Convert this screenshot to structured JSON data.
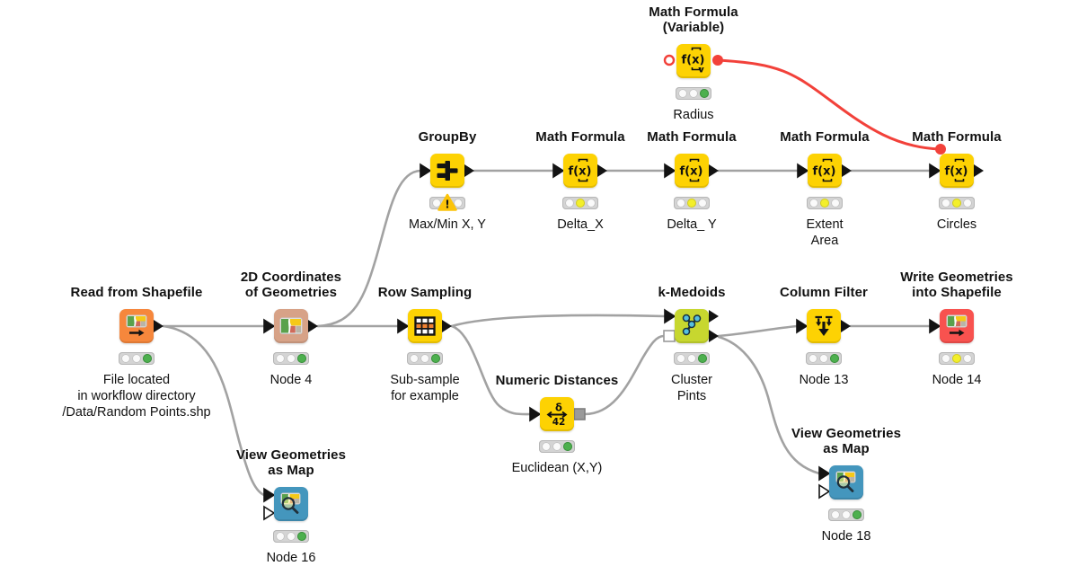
{
  "colors": {
    "canvas_background": "#ffffff",
    "node_yellow": "#fdd203",
    "node_orange": "#f6873c",
    "node_tan": "#d7a287",
    "node_lime": "#c7d72f",
    "node_red": "#f8524f",
    "node_blue": "#4496bd",
    "connection_gray": "#a2a2a2",
    "connection_variable_red": "#f2413a",
    "port_black": "#131313",
    "port_gray": "#9a9a9a",
    "status_green": "#4db04e",
    "status_yellow": "#f3ef2a",
    "warning_yellow": "#fcc40a"
  },
  "workflow": {
    "nodes": [
      {
        "id": "math-formula-variable",
        "title": "Math Formula\n(Variable)",
        "caption": "Radius",
        "color": "#fdd203",
        "icon": "math-formula-variable",
        "status": "green"
      },
      {
        "id": "groupby",
        "title": "GroupBy",
        "caption": "Max/Min X, Y",
        "color": "#fdd203",
        "icon": "groupby",
        "status": "warning"
      },
      {
        "id": "math-formula-delta-x",
        "title": "Math Formula",
        "caption": "Delta_X",
        "color": "#fdd203",
        "icon": "math-formula",
        "status": "yellow"
      },
      {
        "id": "math-formula-delta-y",
        "title": "Math Formula",
        "caption": "Delta_ Y",
        "color": "#fdd203",
        "icon": "math-formula",
        "status": "yellow"
      },
      {
        "id": "math-formula-extent",
        "title": "Math Formula",
        "caption": "Extent\nArea",
        "color": "#fdd203",
        "icon": "math-formula",
        "status": "yellow"
      },
      {
        "id": "math-formula-circles",
        "title": "Math Formula",
        "caption": "Circles",
        "color": "#fdd203",
        "icon": "math-formula",
        "status": "yellow"
      },
      {
        "id": "read-shapefile",
        "title": "Read from Shapefile",
        "caption": "File located\nin workflow directory\n/Data/Random Points.shp",
        "color": "#f6873c",
        "icon": "shapefile-io",
        "status": "green"
      },
      {
        "id": "coordinates-2d",
        "title": "2D Coordinates\nof Geometries",
        "caption": "Node 4",
        "color": "#d7a287",
        "icon": "coordinates",
        "status": "green"
      },
      {
        "id": "row-sampling",
        "title": "Row Sampling",
        "caption": "Sub-sample\nfor example",
        "color": "#fdd203",
        "icon": "row-sampling",
        "status": "green"
      },
      {
        "id": "numeric-distances",
        "title": "Numeric Distances",
        "caption": "Euclidean (X,Y)",
        "color": "#fdd203",
        "icon": "numeric-distances",
        "status": "green"
      },
      {
        "id": "k-medoids",
        "title": "k-Medoids",
        "caption": "Cluster\nPints",
        "color": "#c7d72f",
        "icon": "k-medoids",
        "status": "green"
      },
      {
        "id": "column-filter",
        "title": "Column Filter",
        "caption": "Node 13",
        "color": "#fdd203",
        "icon": "column-filter",
        "status": "green"
      },
      {
        "id": "write-shapefile",
        "title": "Write Geometries\ninto Shapefile",
        "caption": "Node 14",
        "color": "#f8524f",
        "icon": "shapefile-io",
        "status": "yellow"
      },
      {
        "id": "view-map-16",
        "title": "View Geometries\nas Map",
        "caption": "Node 16",
        "color": "#4496bd",
        "icon": "map-viewer",
        "status": "green"
      },
      {
        "id": "view-map-18",
        "title": "View Geometries\nas Map",
        "caption": "Node 18",
        "color": "#4496bd",
        "icon": "map-viewer",
        "status": "green"
      }
    ],
    "connections": [
      {
        "id": "read-to-coordinates",
        "from": "read-shapefile",
        "to": "coordinates-2d",
        "kind": "data"
      },
      {
        "id": "read-to-view16",
        "from": "read-shapefile",
        "to": "view-map-16",
        "kind": "data"
      },
      {
        "id": "coordinates-to-row-sampling",
        "from": "coordinates-2d",
        "to": "row-sampling",
        "kind": "data"
      },
      {
        "id": "coordinates-to-groupby",
        "from": "coordinates-2d",
        "to": "groupby",
        "kind": "data"
      },
      {
        "id": "row-sampling-to-k-medoids",
        "from": "row-sampling",
        "to": "k-medoids",
        "kind": "data"
      },
      {
        "id": "row-sampling-to-distances",
        "from": "row-sampling",
        "to": "numeric-distances",
        "kind": "data"
      },
      {
        "id": "distances-to-k-medoids",
        "from": "numeric-distances",
        "to": "k-medoids",
        "kind": "data"
      },
      {
        "id": "k-medoids-to-column-filter",
        "from": "k-medoids",
        "to": "column-filter",
        "kind": "data"
      },
      {
        "id": "k-medoids-to-view18",
        "from": "k-medoids",
        "to": "view-map-18",
        "kind": "data"
      },
      {
        "id": "column-filter-to-writer",
        "from": "column-filter",
        "to": "write-shapefile",
        "kind": "data"
      },
      {
        "id": "groupby-to-delta-x",
        "from": "groupby",
        "to": "math-formula-delta-x",
        "kind": "data"
      },
      {
        "id": "delta-x-to-delta-y",
        "from": "math-formula-delta-x",
        "to": "math-formula-delta-y",
        "kind": "data"
      },
      {
        "id": "delta-y-to-extent",
        "from": "math-formula-delta-y",
        "to": "math-formula-extent",
        "kind": "data"
      },
      {
        "id": "extent-to-circles",
        "from": "math-formula-extent",
        "to": "math-formula-circles",
        "kind": "data"
      },
      {
        "id": "variable-to-circles",
        "from": "math-formula-variable",
        "to": "math-formula-circles",
        "kind": "variable"
      }
    ]
  }
}
